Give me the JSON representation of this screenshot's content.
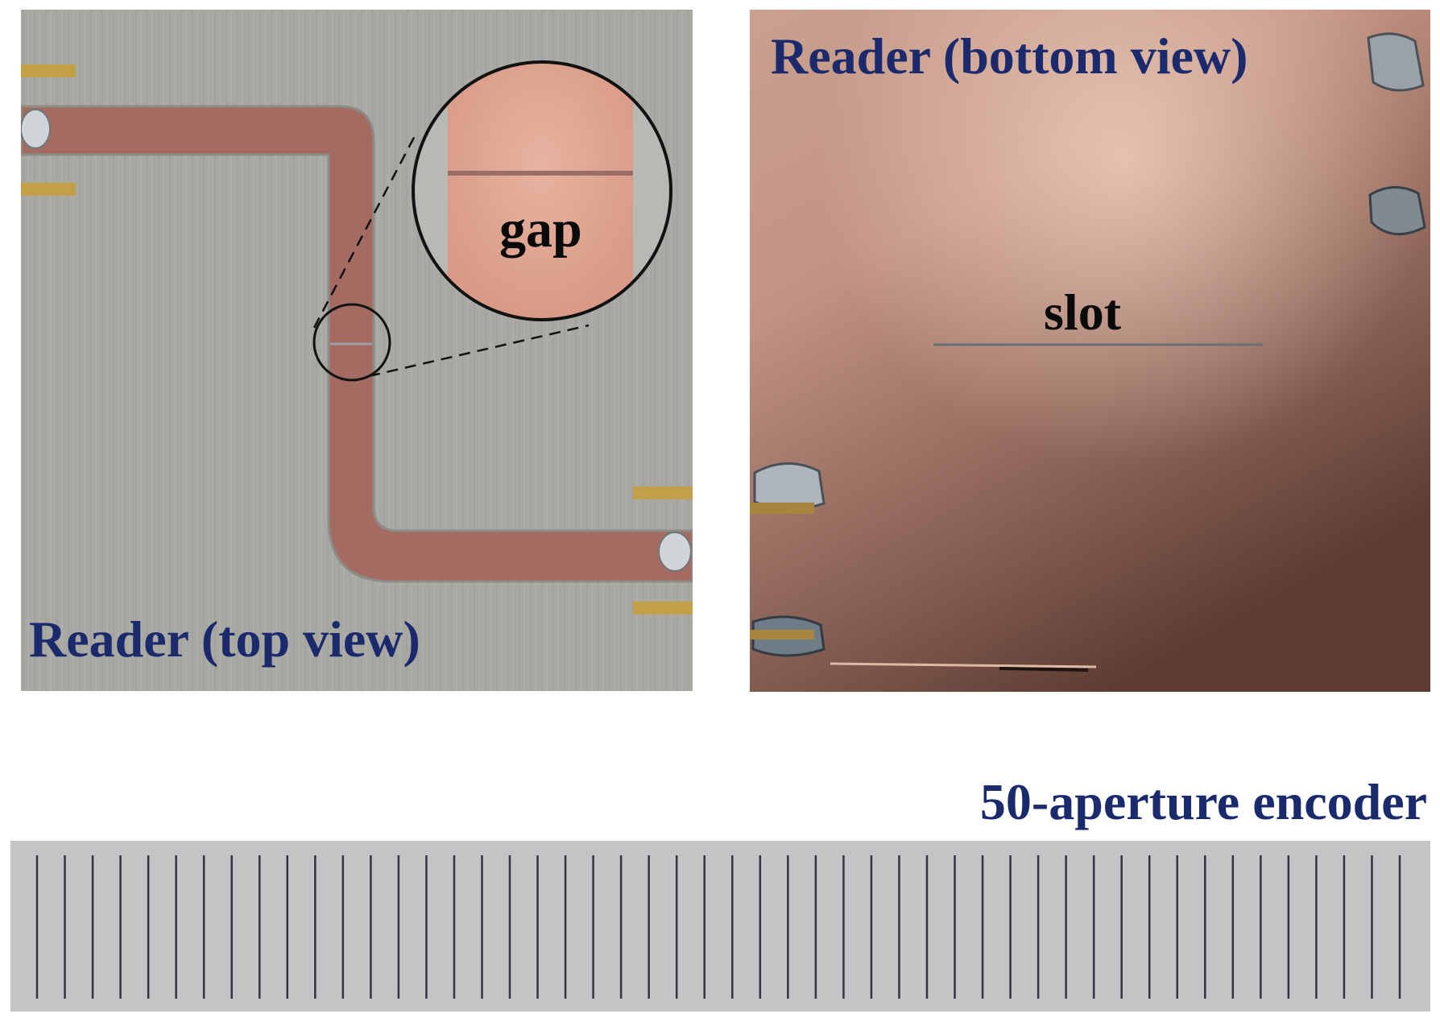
{
  "colors": {
    "label_blue": "#1a2a6c",
    "board_gray": "#a9a8a3",
    "copper_trace": "#a36b62",
    "copper_plate": "#b08272",
    "encoder_gray": "#c3c4c6",
    "aperture_line": "#33343d"
  },
  "labels": {
    "top_view": "Reader (top view)",
    "bottom_view": "Reader (bottom view)",
    "encoder": "50-aperture encoder",
    "gap": "gap",
    "slot": "slot"
  },
  "encoder": {
    "aperture_count": 50
  }
}
